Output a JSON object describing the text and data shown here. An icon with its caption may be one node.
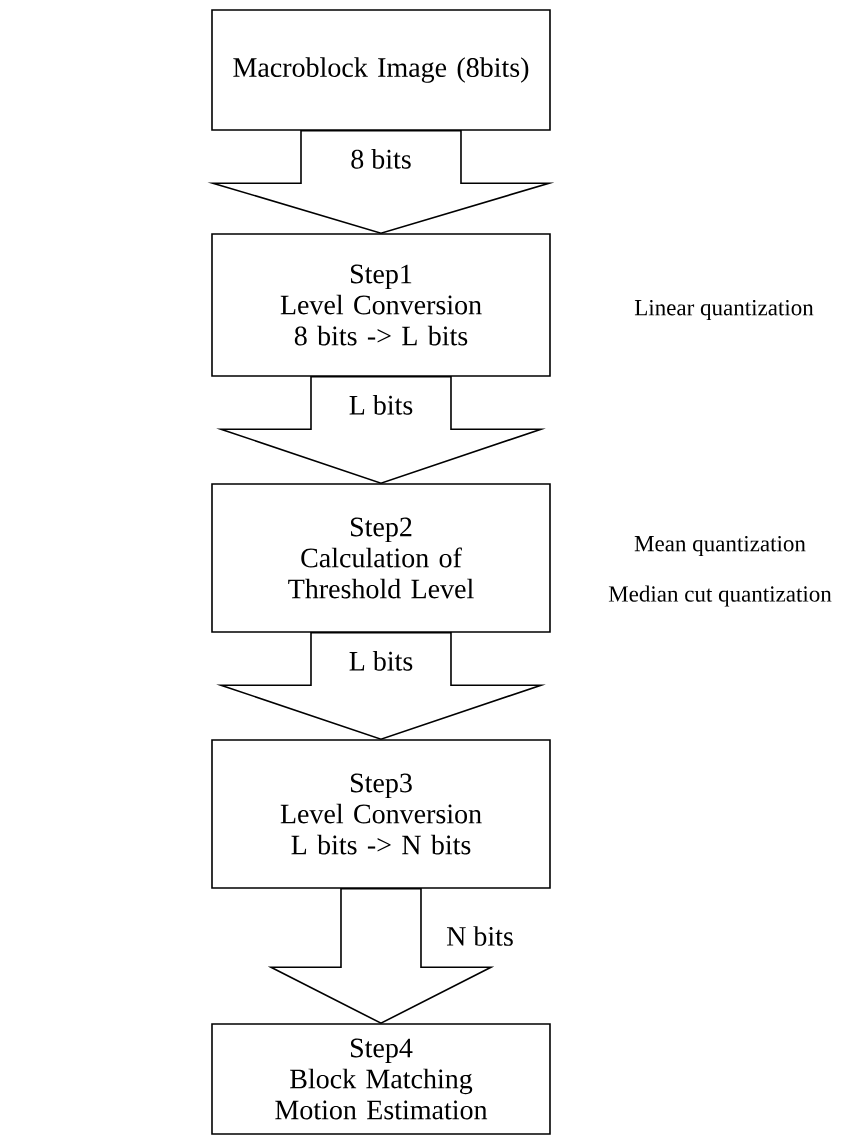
{
  "diagram": {
    "nodes": [
      {
        "text": [
          "Macroblock Image (8bits)"
        ]
      },
      {
        "text": [
          "Step1",
          "Level Conversion 8 bits -> L bits"
        ],
        "beside": [
          "Linear quantization"
        ]
      },
      {
        "text": [
          "Step2",
          "Calculation of Threshold Level"
        ],
        "beside": [
          "Mean quantization",
          "Median cut quantization"
        ]
      },
      {
        "text": [
          "Step3",
          "Level Conversion L bits -> N bits"
        ]
      },
      {
        "text": [
          "Step4",
          "Block Matching Motion Estimation"
        ]
      }
    ],
    "edges": [
      {
        "from": 0,
        "to": 1,
        "arrow": "to",
        "label": "8 bits"
      },
      {
        "from": 1,
        "to": 2,
        "arrow": "to",
        "label": "L bits"
      },
      {
        "from": 2,
        "to": 3,
        "arrow": "to",
        "label": "L bits"
      },
      {
        "from": 3,
        "to": 4,
        "arrow": "to",
        "label": "N bits"
      }
    ]
  }
}
